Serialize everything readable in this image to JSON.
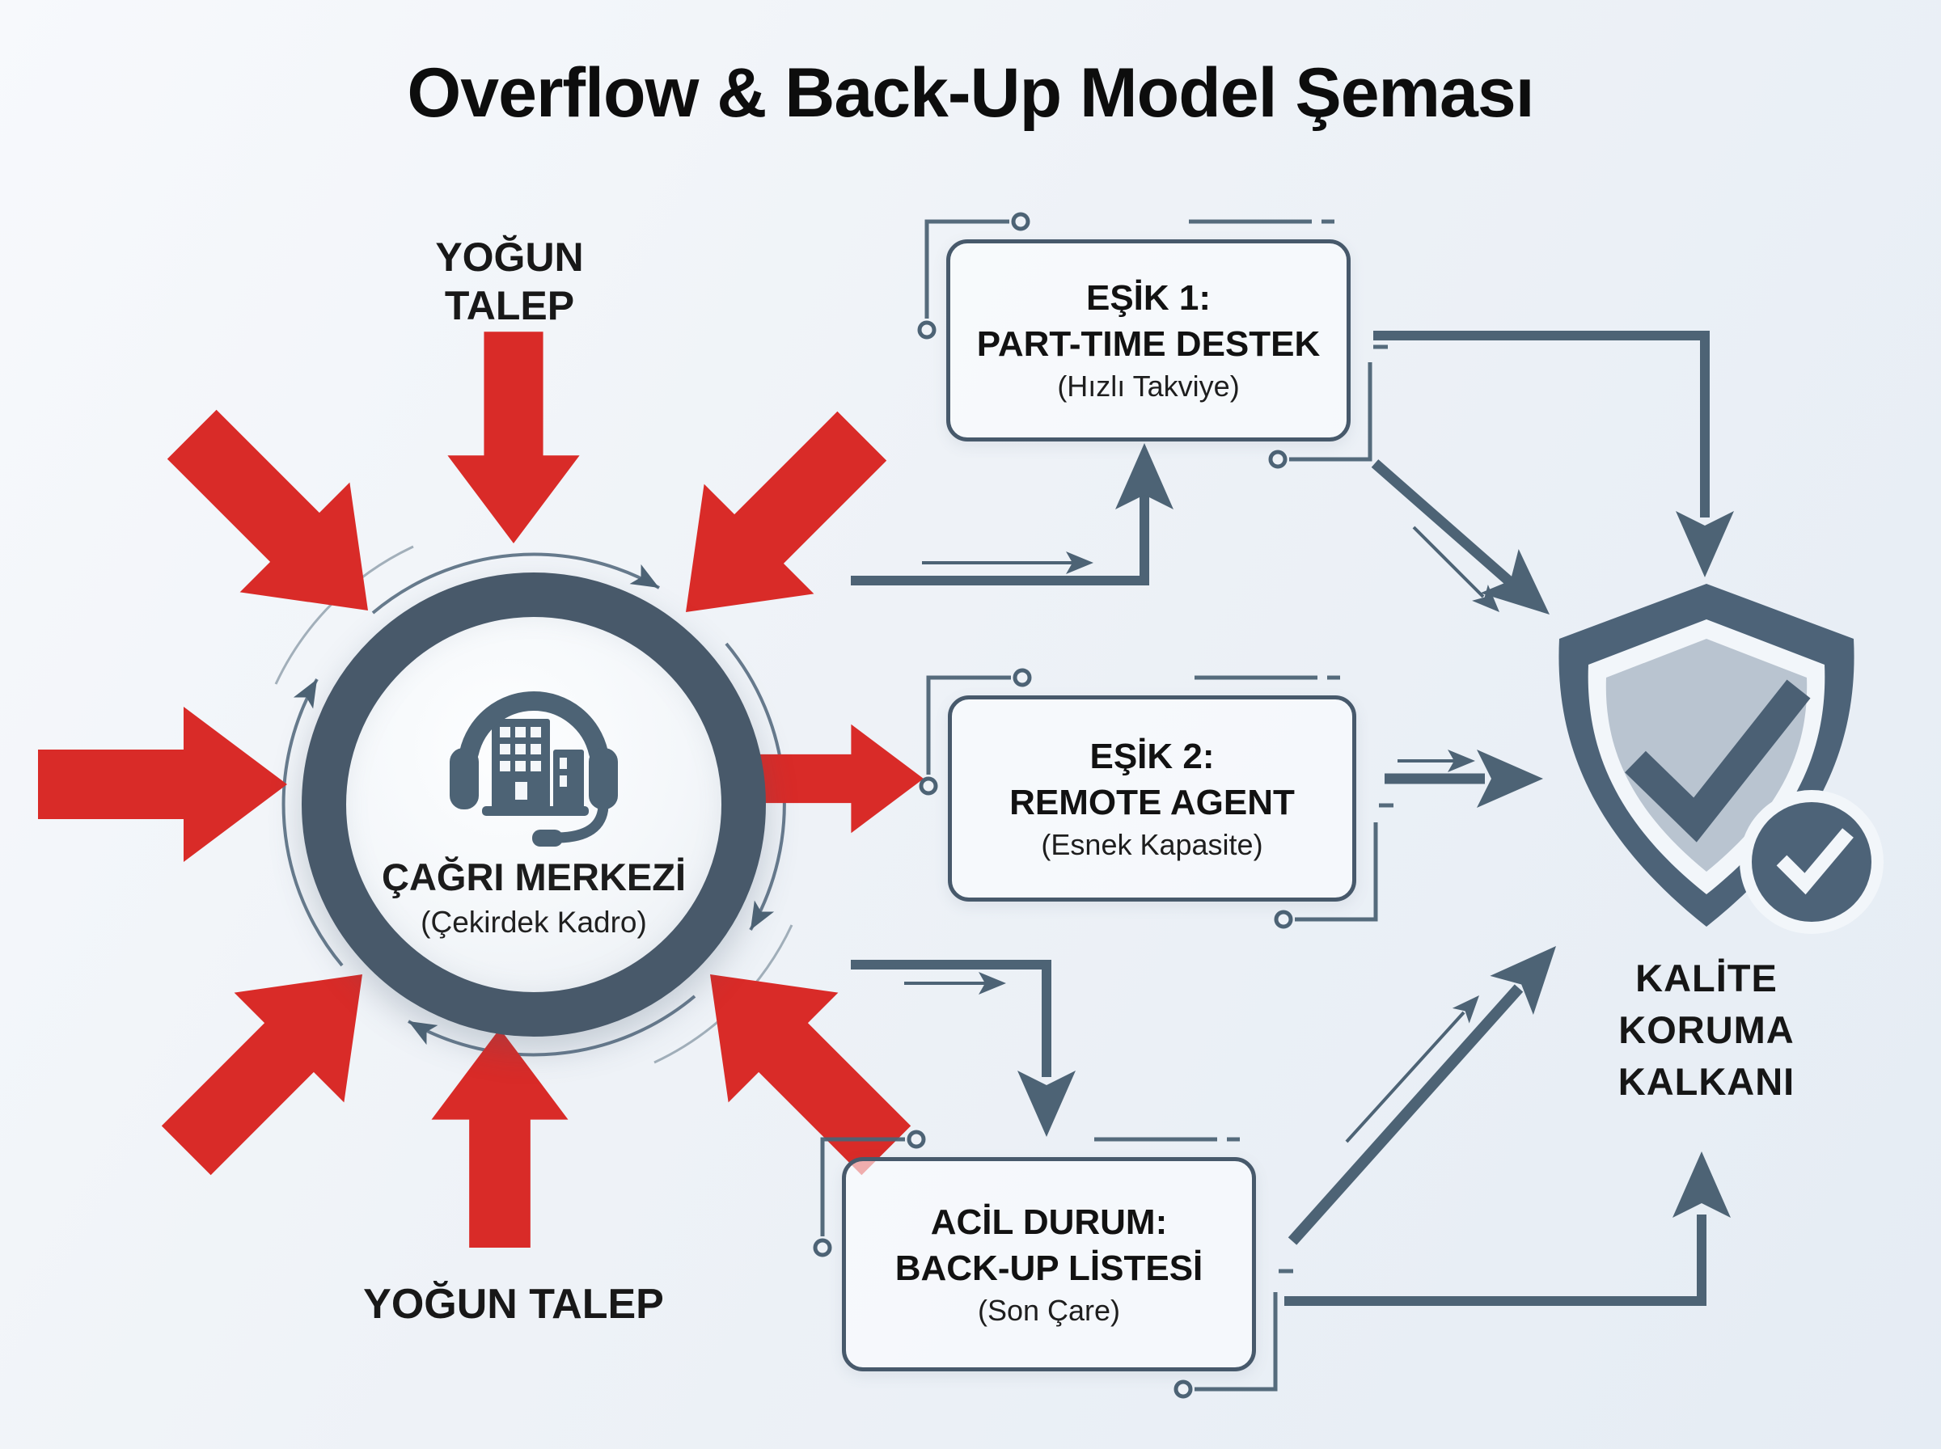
{
  "title": "Overflow & Back-Up Model Şeması",
  "colors": {
    "red": "#d92b28",
    "slate": "#4d6375",
    "background": "#eef2f7",
    "ink": "#141414"
  },
  "demand": {
    "top_line1": "YOĞUN",
    "top_line2": "TALEP",
    "bottom": "YOĞUN TALEP"
  },
  "hub": {
    "title": "ÇAĞRI MERKEZİ",
    "subtitle": "(Çekirdek Kadro)",
    "icon": "headset-building-icon"
  },
  "thresholds": [
    {
      "title": "EŞİK 1:",
      "name": "PART-TIME DESTEK",
      "note": "(Hızlı Takviye)"
    },
    {
      "title": "EŞİK 2:",
      "name": "REMOTE AGENT",
      "note": "(Esnek Kapasite)"
    },
    {
      "title": "ACİL DURUM:",
      "name": "BACK-UP LİSTESİ",
      "note": "(Son Çare)"
    }
  ],
  "shield": {
    "line1": "KALİTE",
    "line2": "KORUMA",
    "line3": "KALKANI",
    "icon": "shield-check-icon"
  }
}
